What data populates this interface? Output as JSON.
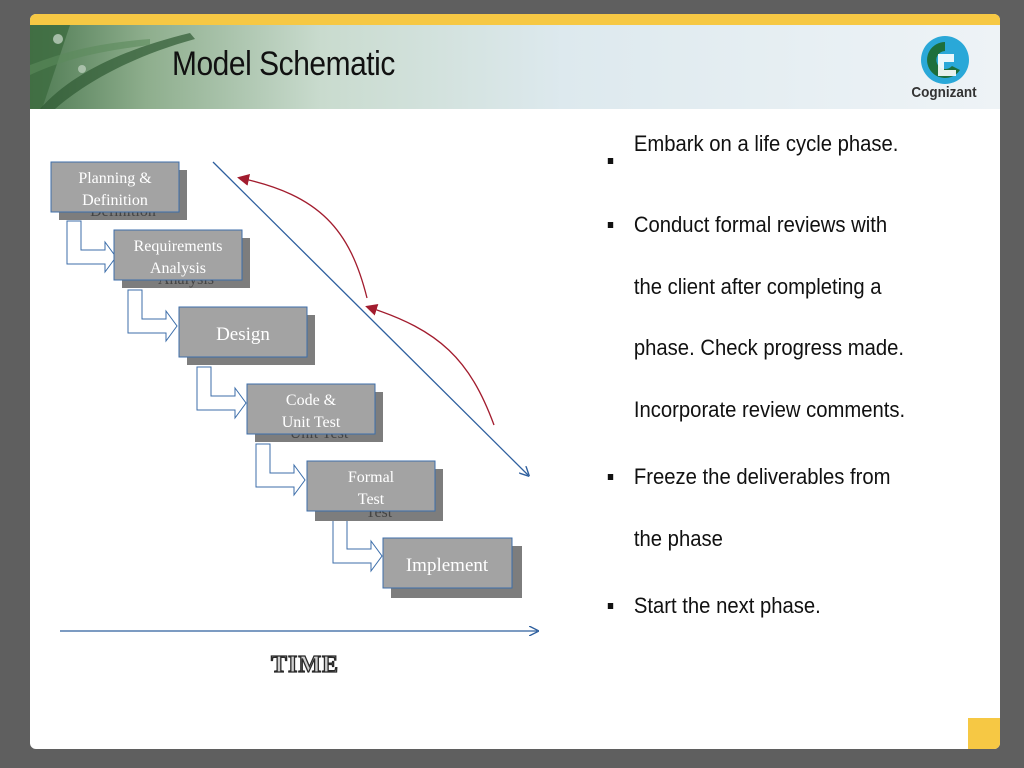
{
  "title": "Model Schematic",
  "logo": {
    "name": "cognizant-logo-icon",
    "text": "Cognizant"
  },
  "diagram": {
    "phases": [
      {
        "line1": "Planning &",
        "line2": "Definition"
      },
      {
        "line1": "Requirements",
        "line2": "Analysis"
      },
      {
        "line1": "Design",
        "line2": ""
      },
      {
        "line1": "Code &",
        "line2": "Unit Test"
      },
      {
        "line1": "Formal",
        "line2": "Test"
      },
      {
        "line1": "Implement",
        "line2": ""
      }
    ],
    "time_label": "TIME"
  },
  "bullets": [
    "Embark on a life cycle phase.",
    "Conduct formal reviews with the client after completing a phase. Check progress made. Incorporate review comments.",
    "Freeze the deliverables from the phase",
    "Start the next phase."
  ],
  "colors": {
    "accent_yellow": "#f6c844",
    "box_fill": "#a3a3a3",
    "box_border": "#3c6eaa",
    "arrow_blue": "#2e5f9e",
    "arrow_red": "#a21c2e"
  }
}
